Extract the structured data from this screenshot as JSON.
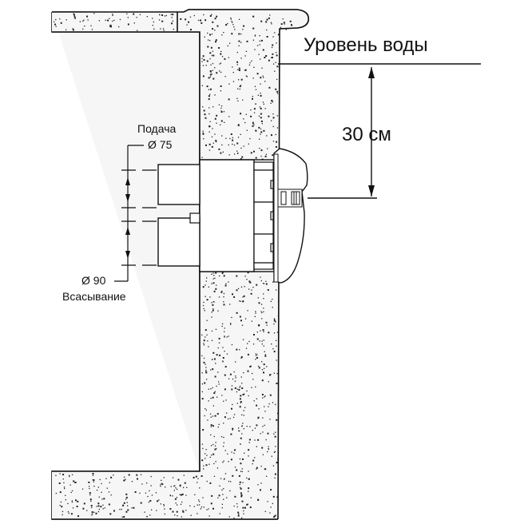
{
  "labels": {
    "water_level": "Уровень воды",
    "depth": "30 см",
    "supply": "Подача",
    "supply_diameter": "Ø 75",
    "suction_diameter": "Ø 90",
    "suction": "Всасывание"
  },
  "colors": {
    "line": "#111111",
    "concrete": "#f4f4f4",
    "stipple": "#222222"
  }
}
